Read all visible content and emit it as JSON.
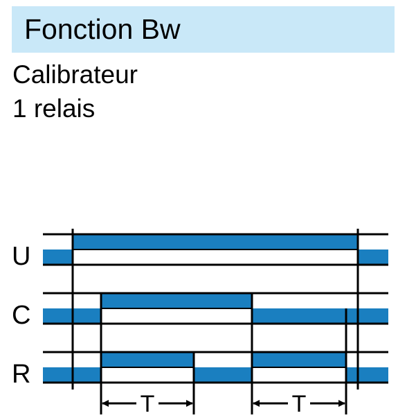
{
  "title": "Fonction Bw",
  "subtitle_lines": [
    "Calibrateur",
    "1 relais"
  ],
  "colors": {
    "title_bg": "#c9e8f8",
    "signal_fill": "#1a7fc0",
    "line": "#000000"
  },
  "timing": {
    "signals": [
      {
        "label": "U"
      },
      {
        "label": "C"
      },
      {
        "label": "R"
      }
    ],
    "period_label": "T"
  }
}
